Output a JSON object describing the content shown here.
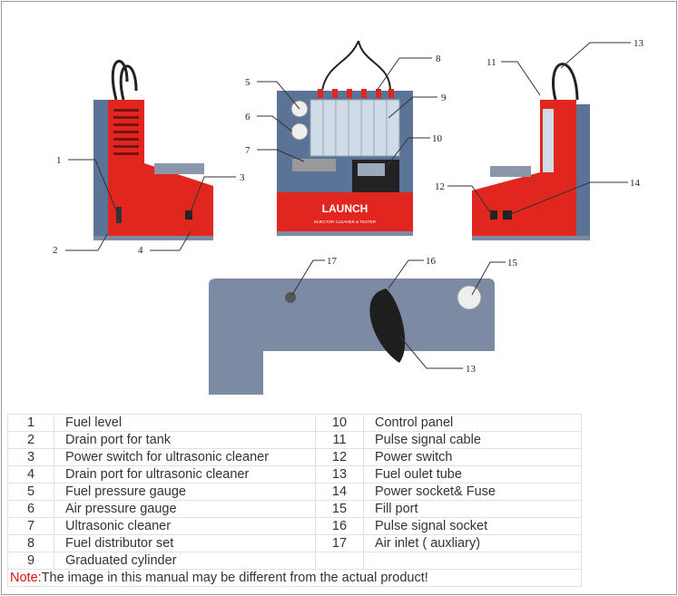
{
  "device_logo": {
    "brand": "LAUNCH",
    "subtitle": "INJECTOR CLEANER & TESTER"
  },
  "callouts": [
    "1",
    "2",
    "3",
    "4",
    "5",
    "6",
    "7",
    "8",
    "9",
    "10",
    "11",
    "12",
    "13",
    "14",
    "15",
    "16",
    "17",
    "13"
  ],
  "legend": {
    "left": [
      {
        "num": "1",
        "label": "Fuel level"
      },
      {
        "num": "2",
        "label": "Drain port for tank"
      },
      {
        "num": "3",
        "label": "Power switch for ultrasonic cleaner"
      },
      {
        "num": "4",
        "label": "Drain port for ultrasonic cleaner"
      },
      {
        "num": "5",
        "label": "Fuel pressure gauge"
      },
      {
        "num": "6",
        "label": "Air pressure gauge"
      },
      {
        "num": "7",
        "label": "Ultrasonic cleaner"
      },
      {
        "num": "8",
        "label": "Fuel distributor set"
      },
      {
        "num": "9",
        "label": "Graduated cylinder"
      }
    ],
    "right": [
      {
        "num": "10",
        "label": "Control panel"
      },
      {
        "num": "11",
        "label": "Pulse signal cable"
      },
      {
        "num": "12",
        "label": "Power switch"
      },
      {
        "num": "13",
        "label": "Fuel oulet tube"
      },
      {
        "num": "14",
        "label": "Power socket& Fuse"
      },
      {
        "num": "15",
        "label": "Fill port"
      },
      {
        "num": "16",
        "label": "Pulse signal socket"
      },
      {
        "num": "17",
        "label": "Air inlet ( auxliary)"
      }
    ]
  },
  "note": {
    "prefix": "Note:",
    "text": "The image in this manual may be different from the actual product!"
  },
  "colors": {
    "machine_red": "#e0261f",
    "machine_blue": "#5b7396",
    "panel_gray": "#7d8aa3",
    "note_red": "#d11111"
  }
}
